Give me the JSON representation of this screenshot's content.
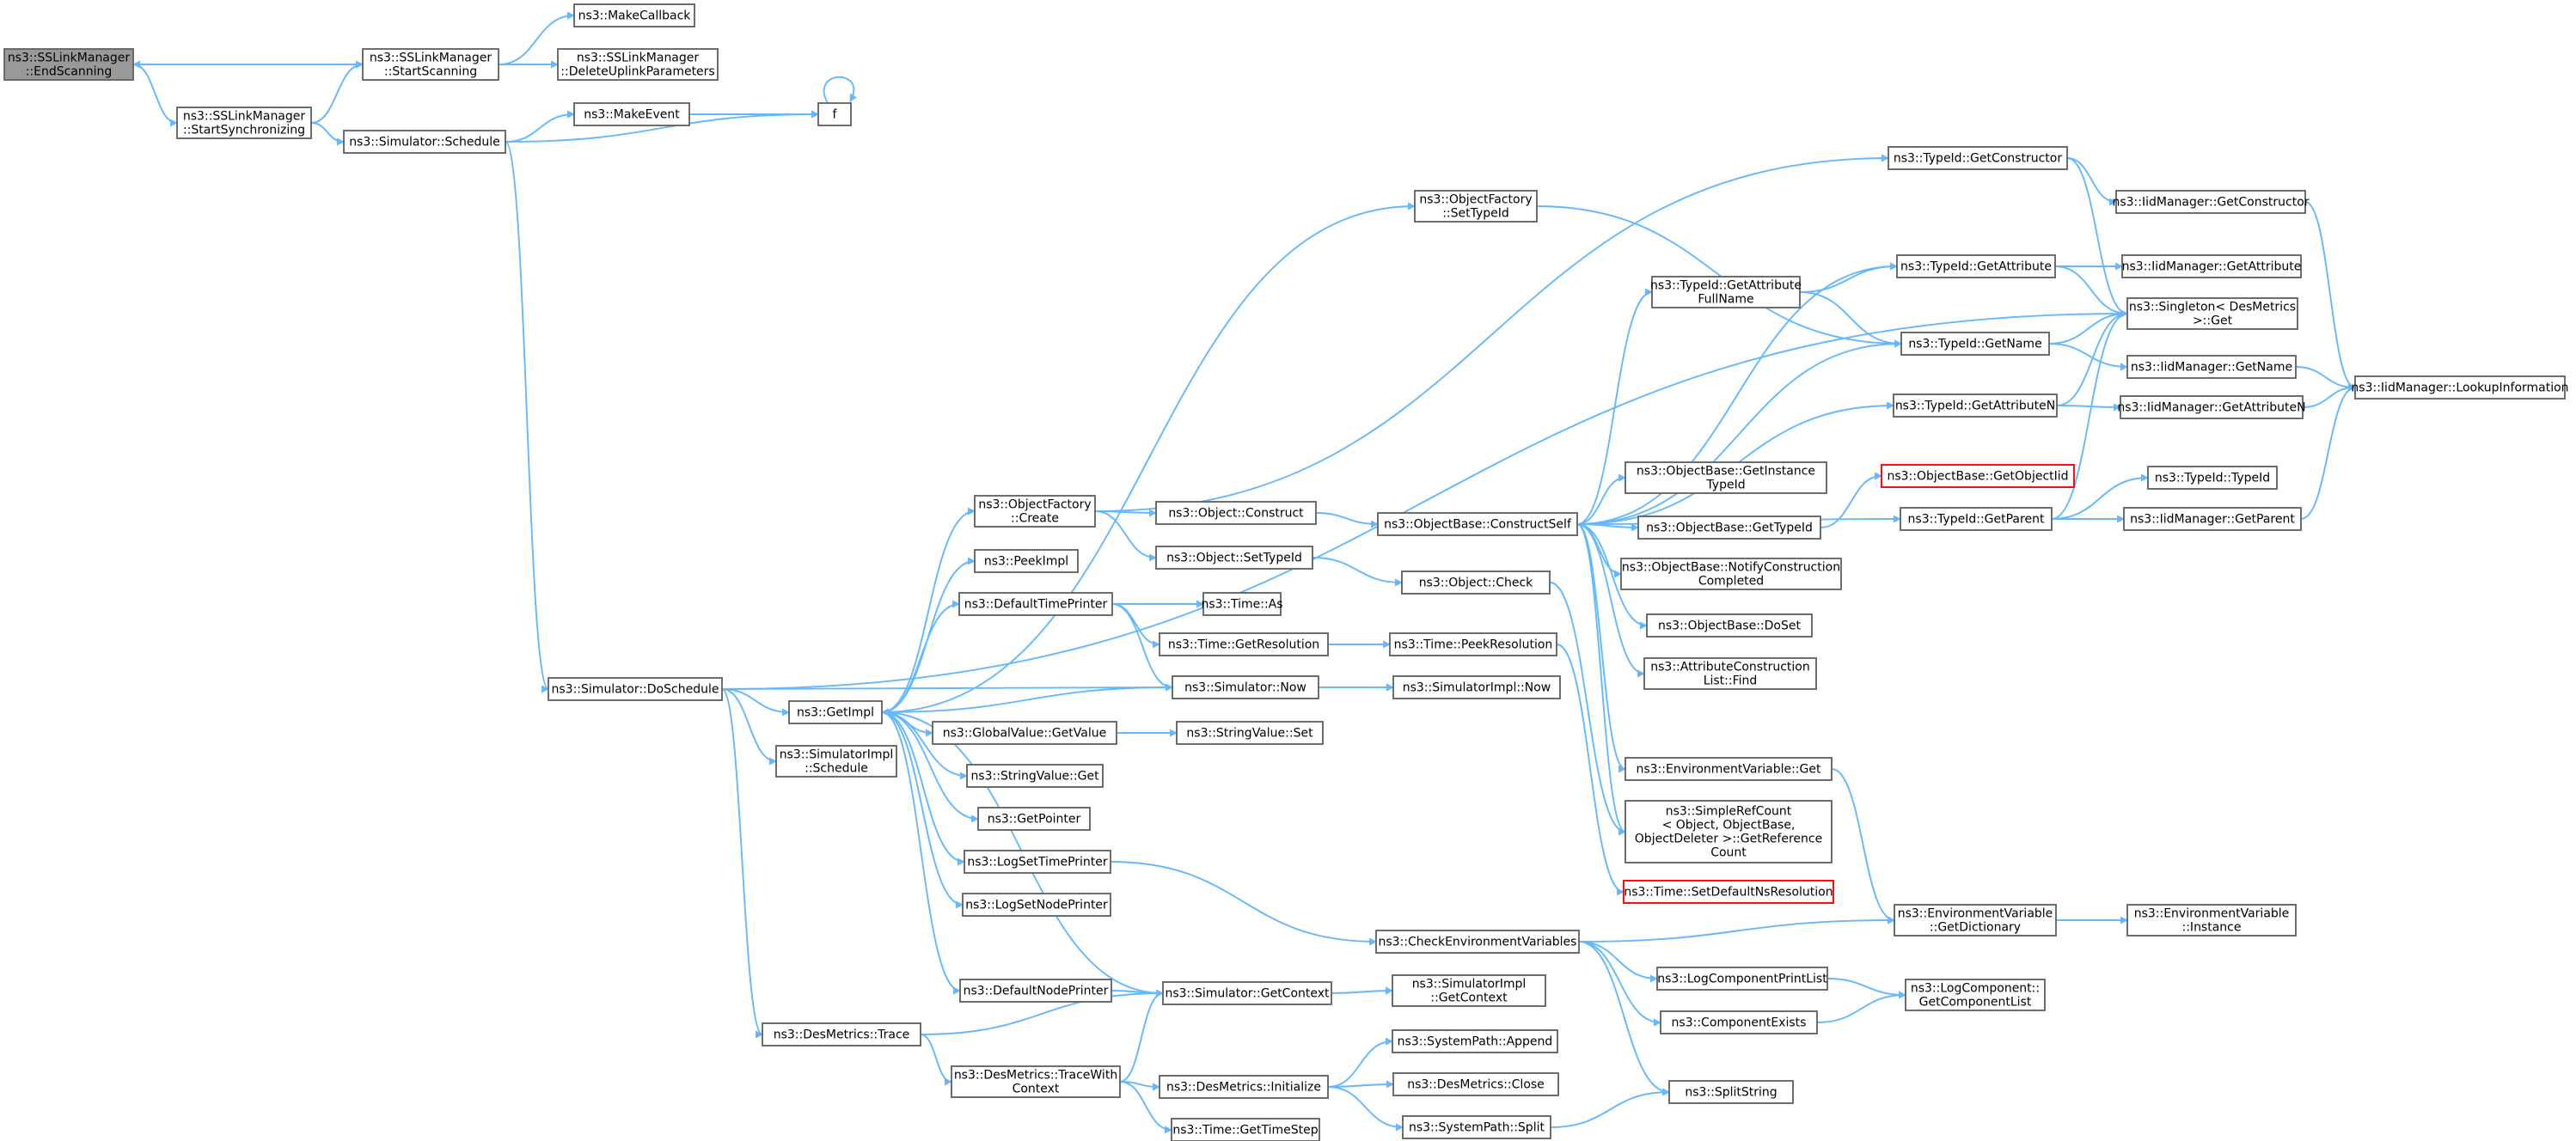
{
  "colors": {
    "background": "#ffffff",
    "edge": "#63b8ff",
    "node_border": "#666666",
    "root_fill": "#999999",
    "missing_border": "#ff0000"
  },
  "nodes": [
    {
      "id": "endscanning",
      "lines": [
        "ns3::SSLinkManager",
        "::EndScanning"
      ],
      "kind": "root"
    },
    {
      "id": "startscanning",
      "lines": [
        "ns3::SSLinkManager",
        "::StartScanning"
      ]
    },
    {
      "id": "startsync",
      "lines": [
        "ns3::SSLinkManager",
        "::StartSynchronizing"
      ]
    },
    {
      "id": "makecallback",
      "lines": [
        "ns3::MakeCallback"
      ]
    },
    {
      "id": "deleteuplink",
      "lines": [
        "ns3::SSLinkManager",
        "::DeleteUplinkParameters"
      ]
    },
    {
      "id": "schedule",
      "lines": [
        "ns3::Simulator::Schedule"
      ]
    },
    {
      "id": "makeevent",
      "lines": [
        "ns3::MakeEvent"
      ]
    },
    {
      "id": "f",
      "lines": [
        "f"
      ]
    },
    {
      "id": "doschedule",
      "lines": [
        "ns3::Simulator::DoSchedule"
      ]
    },
    {
      "id": "getimpl",
      "lines": [
        "ns3::GetImpl"
      ]
    },
    {
      "id": "simimplschedule",
      "lines": [
        "ns3::SimulatorImpl",
        "::Schedule"
      ]
    },
    {
      "id": "destrace",
      "lines": [
        "ns3::DesMetrics::Trace"
      ]
    },
    {
      "id": "tracewithcontext",
      "lines": [
        "ns3::DesMetrics::TraceWith",
        "Context"
      ]
    },
    {
      "id": "objfactorycreate",
      "lines": [
        "ns3::ObjectFactory",
        "::Create"
      ]
    },
    {
      "id": "peekimpl",
      "lines": [
        "ns3::PeekImpl"
      ]
    },
    {
      "id": "defaulttimeprinter",
      "lines": [
        "ns3::DefaultTimePrinter"
      ]
    },
    {
      "id": "globalvaluegetvalue",
      "lines": [
        "ns3::GlobalValue::GetValue"
      ]
    },
    {
      "id": "stringvalueget",
      "lines": [
        "ns3::StringValue::Get"
      ]
    },
    {
      "id": "getpointer",
      "lines": [
        "ns3::GetPointer"
      ]
    },
    {
      "id": "logsettimeprinter",
      "lines": [
        "ns3::LogSetTimePrinter"
      ]
    },
    {
      "id": "logsetnodeprinter",
      "lines": [
        "ns3::LogSetNodePrinter"
      ]
    },
    {
      "id": "defaultnodeprinter",
      "lines": [
        "ns3::DefaultNodePrinter"
      ]
    },
    {
      "id": "objectconstruct",
      "lines": [
        "ns3::Object::Construct"
      ]
    },
    {
      "id": "objectsettypeid",
      "lines": [
        "ns3::Object::SetTypeId"
      ]
    },
    {
      "id": "timeas",
      "lines": [
        "ns3::Time::As"
      ]
    },
    {
      "id": "timegetresolution",
      "lines": [
        "ns3::Time::GetResolution"
      ]
    },
    {
      "id": "simulatornow",
      "lines": [
        "ns3::Simulator::Now"
      ]
    },
    {
      "id": "stringvalueset",
      "lines": [
        "ns3::StringValue::Set"
      ]
    },
    {
      "id": "simgetcontext",
      "lines": [
        "ns3::Simulator::GetContext"
      ]
    },
    {
      "id": "desinitialize",
      "lines": [
        "ns3::DesMetrics::Initialize"
      ]
    },
    {
      "id": "timegettimestep",
      "lines": [
        "ns3::Time::GetTimeStep"
      ]
    },
    {
      "id": "objfactorysettypeid",
      "lines": [
        "ns3::ObjectFactory",
        "::SetTypeId"
      ]
    },
    {
      "id": "constructself",
      "lines": [
        "ns3::ObjectBase::ConstructSelf"
      ]
    },
    {
      "id": "objectcheck",
      "lines": [
        "ns3::Object::Check"
      ]
    },
    {
      "id": "timepeekresolution",
      "lines": [
        "ns3::Time::PeekResolution"
      ]
    },
    {
      "id": "simimplnow",
      "lines": [
        "ns3::SimulatorImpl::Now"
      ]
    },
    {
      "id": "checkenvvars",
      "lines": [
        "ns3::CheckEnvironmentVariables"
      ]
    },
    {
      "id": "simimplgetcontext",
      "lines": [
        "ns3::SimulatorImpl",
        "::GetContext"
      ]
    },
    {
      "id": "systempathappend",
      "lines": [
        "ns3::SystemPath::Append"
      ]
    },
    {
      "id": "desclose",
      "lines": [
        "ns3::DesMetrics::Close"
      ]
    },
    {
      "id": "systempathsplit",
      "lines": [
        "ns3::SystemPath::Split"
      ]
    },
    {
      "id": "getattrfullname",
      "lines": [
        "ns3::TypeId::GetAttribute",
        "FullName"
      ]
    },
    {
      "id": "getinstancetypeid",
      "lines": [
        "ns3::ObjectBase::GetInstance",
        "TypeId"
      ]
    },
    {
      "id": "objectbasegettypeid",
      "lines": [
        "ns3::ObjectBase::GetTypeId"
      ]
    },
    {
      "id": "notifyconstruction",
      "lines": [
        "ns3::ObjectBase::NotifyConstruction",
        "Completed"
      ]
    },
    {
      "id": "objectbasedoset",
      "lines": [
        "ns3::ObjectBase::DoSet"
      ]
    },
    {
      "id": "attrconstructfind",
      "lines": [
        "ns3::AttributeConstruction",
        "List::Find"
      ]
    },
    {
      "id": "envvarget",
      "lines": [
        "ns3::EnvironmentVariable::Get"
      ]
    },
    {
      "id": "simplerefcount",
      "lines": [
        "ns3::SimpleRefCount",
        "< Object, ObjectBase,",
        "ObjectDeleter >::GetReference",
        "Count"
      ]
    },
    {
      "id": "setdefaultns",
      "lines": [
        "ns3::Time::SetDefaultNsResolution"
      ],
      "kind": "red"
    },
    {
      "id": "logcomponentprintlist",
      "lines": [
        "ns3::LogComponentPrintList"
      ]
    },
    {
      "id": "componentexists",
      "lines": [
        "ns3::ComponentExists"
      ]
    },
    {
      "id": "splitstring",
      "lines": [
        "ns3::SplitString"
      ]
    },
    {
      "id": "getobjectiid",
      "lines": [
        "ns3::ObjectBase::GetObjectIid"
      ],
      "kind": "red"
    },
    {
      "id": "typeidgetconstructor",
      "lines": [
        "ns3::TypeId::GetConstructor"
      ]
    },
    {
      "id": "typeidgetattribute",
      "lines": [
        "ns3::TypeId::GetAttribute"
      ]
    },
    {
      "id": "typeidgetname",
      "lines": [
        "ns3::TypeId::GetName"
      ]
    },
    {
      "id": "typeidgetattributen",
      "lines": [
        "ns3::TypeId::GetAttributeN"
      ]
    },
    {
      "id": "typeidgetparent",
      "lines": [
        "ns3::TypeId::GetParent"
      ]
    },
    {
      "id": "envgetdictionary",
      "lines": [
        "ns3::EnvironmentVariable",
        "::GetDictionary"
      ]
    },
    {
      "id": "logcomponentgetlist",
      "lines": [
        "ns3::LogComponent::",
        "GetComponentList"
      ]
    },
    {
      "id": "iidgetconstructor",
      "lines": [
        "ns3::IidManager::GetConstructor"
      ]
    },
    {
      "id": "iidgetattribute",
      "lines": [
        "ns3::IidManager::GetAttribute"
      ]
    },
    {
      "id": "singletonget",
      "lines": [
        "ns3::Singleton< DesMetrics",
        ">::Get"
      ]
    },
    {
      "id": "iidgetname",
      "lines": [
        "ns3::IidManager::GetName"
      ]
    },
    {
      "id": "iidgetattributen",
      "lines": [
        "ns3::IidManager::GetAttributeN"
      ]
    },
    {
      "id": "typeidtypeid",
      "lines": [
        "ns3::TypeId::TypeId"
      ]
    },
    {
      "id": "iidgetparent",
      "lines": [
        "ns3::IidManager::GetParent"
      ]
    },
    {
      "id": "envinstance",
      "lines": [
        "ns3::EnvironmentVariable",
        "::Instance"
      ]
    },
    {
      "id": "iidlookup",
      "lines": [
        "ns3::IidManager::LookupInformation"
      ]
    }
  ]
}
